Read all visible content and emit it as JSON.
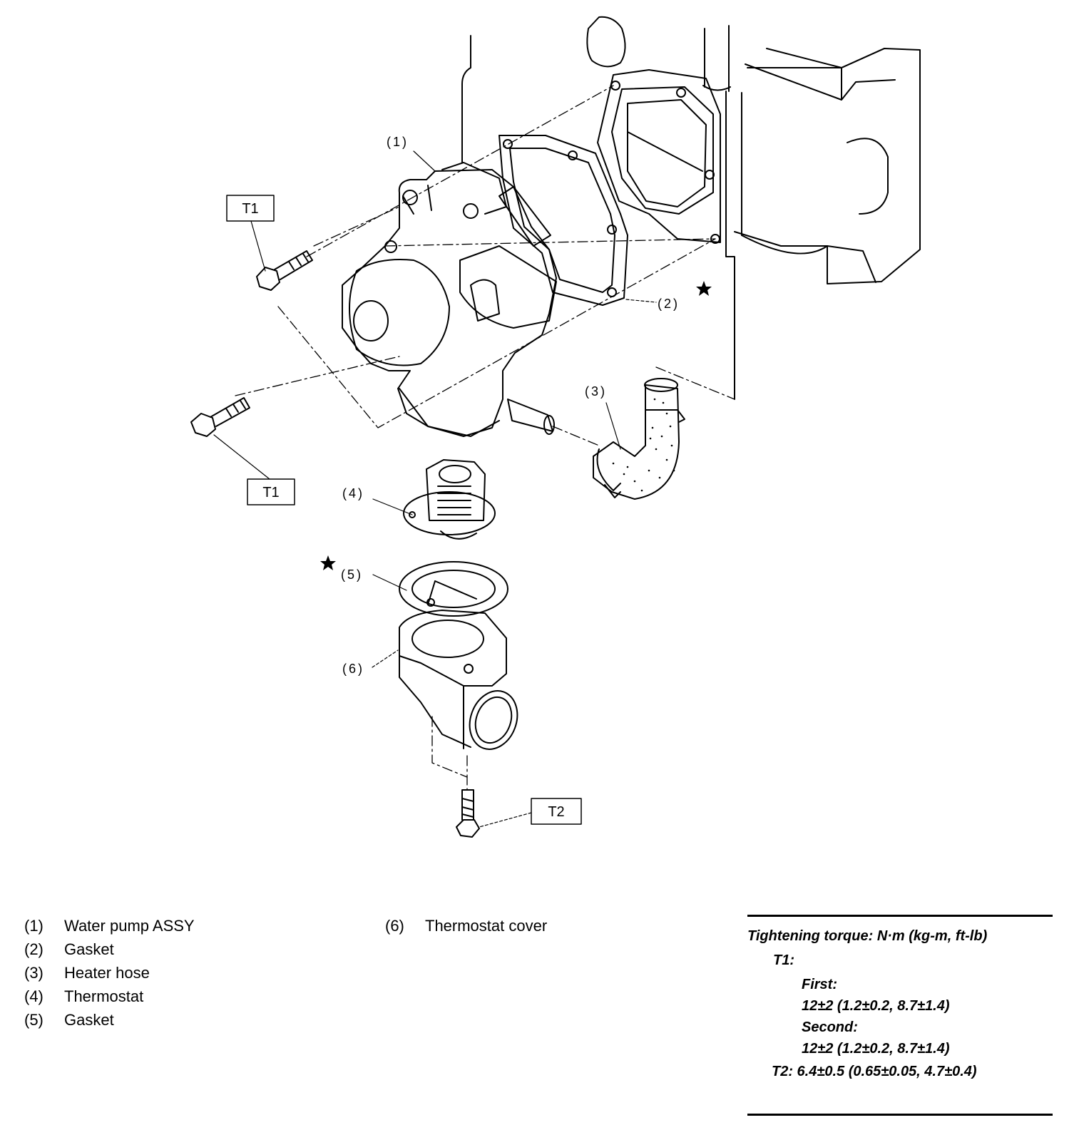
{
  "callouts": {
    "c1": "(1)",
    "c2": "(2)",
    "c3": "(3)",
    "c4": "(4)",
    "c5": "(5)",
    "c6": "(6)",
    "t1_top": "T1",
    "t1_bottom": "T1",
    "t2": "T2"
  },
  "legend": {
    "items": [
      {
        "num": "(1)",
        "label": "Water pump ASSY"
      },
      {
        "num": "(2)",
        "label": "Gasket"
      },
      {
        "num": "(3)",
        "label": "Heater hose"
      },
      {
        "num": "(4)",
        "label": "Thermostat"
      },
      {
        "num": "(5)",
        "label": "Gasket"
      },
      {
        "num": "(6)",
        "label": "Thermostat cover"
      }
    ]
  },
  "torque": {
    "heading": "Tightening torque: N·m (kg-m, ft-lb)",
    "t1_label": "T1:",
    "first_label": "First:",
    "first_value": "12±2 (1.2±0.2, 8.7±1.4)",
    "second_label": "Second:",
    "second_value": "12±2 (1.2±0.2, 8.7±1.4)",
    "t2_line": "T2: 6.4±0.5 (0.65±0.05, 4.7±0.4)"
  }
}
